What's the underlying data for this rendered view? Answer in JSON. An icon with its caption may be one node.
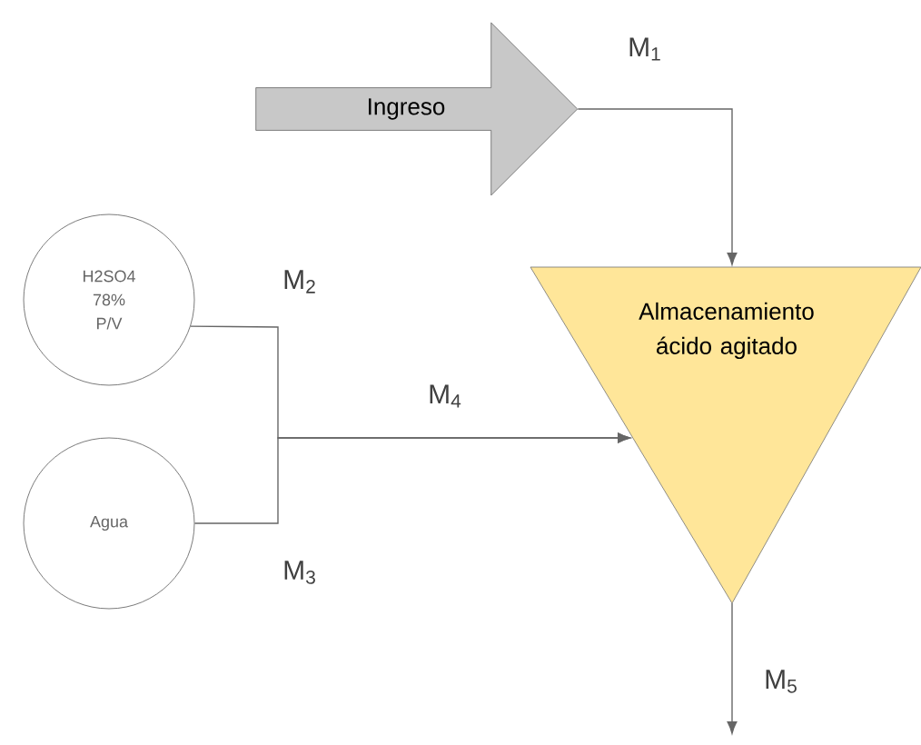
{
  "diagram": {
    "nodes": [
      {
        "text": [
          "Ingreso"
        ]
      },
      {
        "text": [
          "H2SO4 78% P/V"
        ]
      },
      {
        "text": [
          "Agua"
        ]
      },
      {
        "text": [
          "Almacenamiento ácido agitado"
        ]
      }
    ],
    "edges": [
      {
        "from": 0,
        "to": 3,
        "arrow": "to",
        "label": "M$_{1}$"
      },
      {
        "from": 1,
        "to": 3,
        "arrow": "to",
        "label": "M$_{2}$"
      },
      {
        "from": 2,
        "to": 3,
        "arrow": "to",
        "label": "M$_{3}$"
      },
      {
        "from": 3,
        "to": null,
        "arrow": "to",
        "label": "M$_{5}$"
      }
    ],
    "labels": [
      "M$_{4}$"
    ]
  }
}
